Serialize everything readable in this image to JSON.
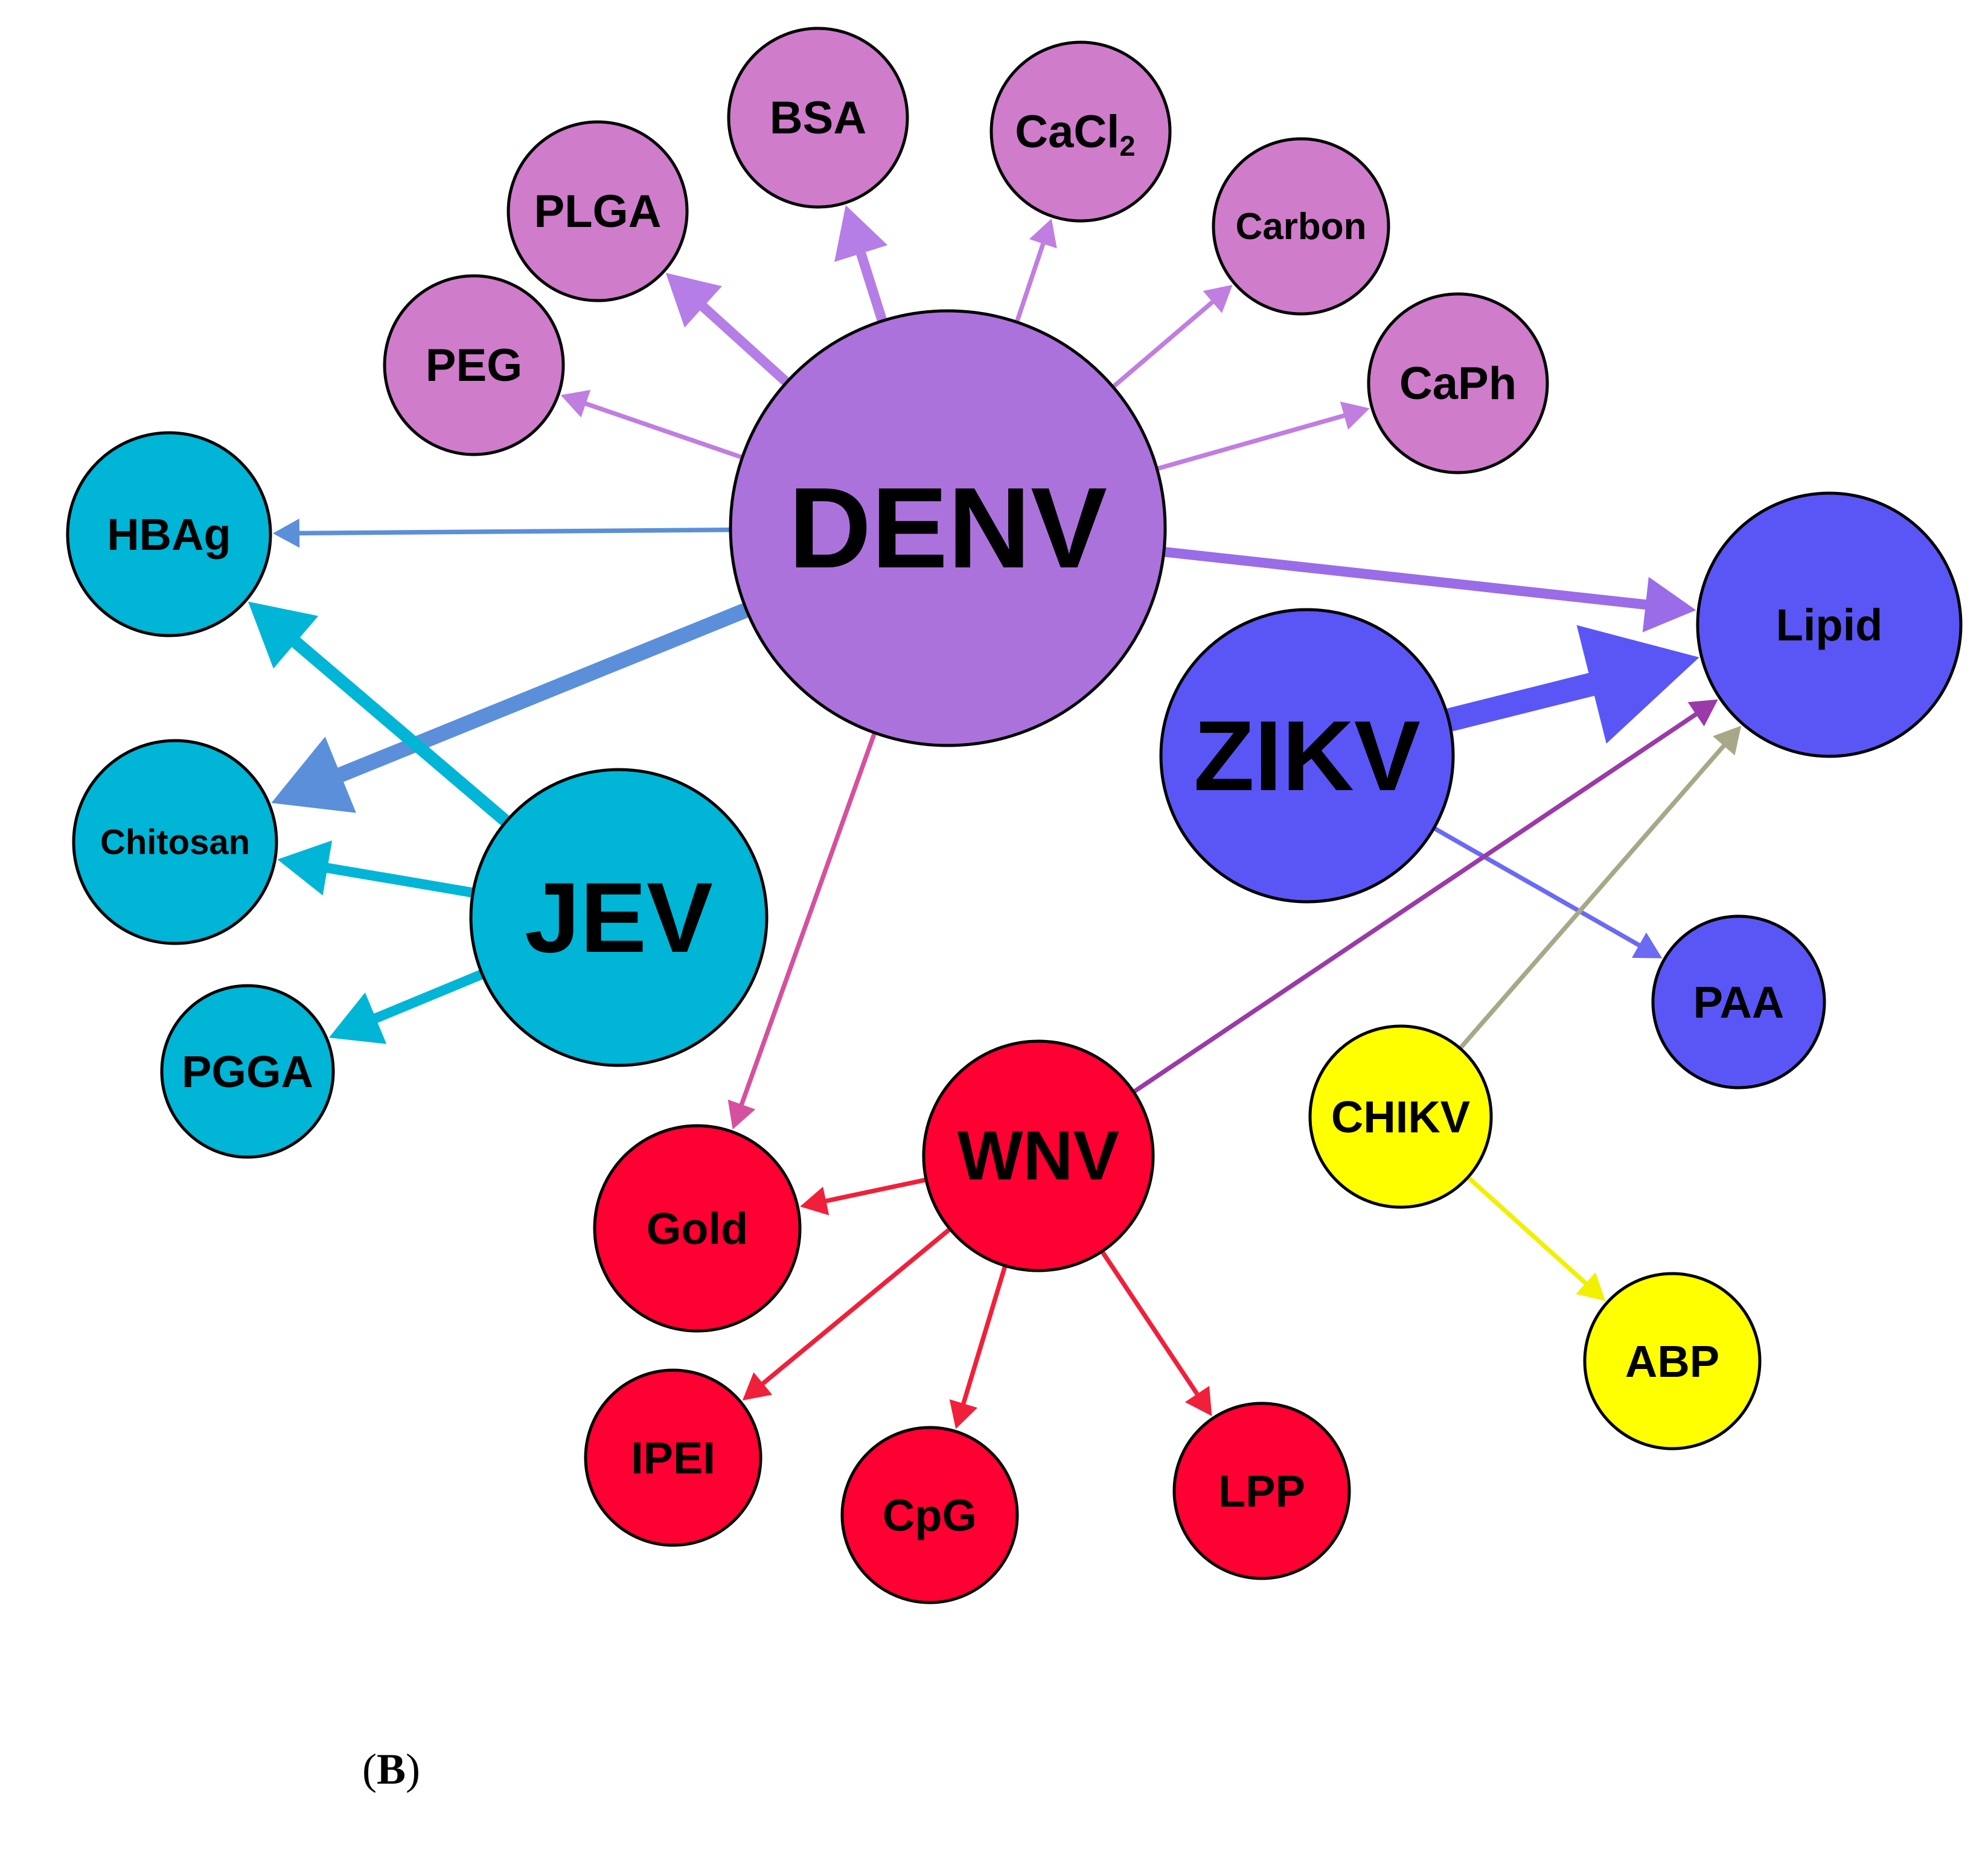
{
  "colors": {
    "denv_hub": "#ac72dc",
    "denv_leaf": "#cf7ccb",
    "jev": "#00b5d6",
    "zikv": "#5a56f5",
    "wnv": "#ff0032",
    "chikv": "#ffff00",
    "outline": "#000000"
  },
  "nodes": [
    {
      "id": "DENV",
      "label": "DENV",
      "color": "#ac72dc"
    },
    {
      "id": "ZIKV",
      "label": "ZIKV",
      "color": "#5a56f5"
    },
    {
      "id": "JEV",
      "label": "JEV",
      "color": "#00b5d6"
    },
    {
      "id": "WNV",
      "label": "WNV",
      "color": "#ff0032"
    },
    {
      "id": "CHIKV",
      "label": "CHIKV",
      "color": "#ffff00"
    },
    {
      "id": "PEG",
      "label": "PEG",
      "color": "#cf7ccb"
    },
    {
      "id": "PLGA",
      "label": "PLGA",
      "color": "#cf7ccb"
    },
    {
      "id": "BSA",
      "label": "BSA",
      "color": "#cf7ccb"
    },
    {
      "id": "CaCl2",
      "label": "CaCl",
      "sub": "2",
      "color": "#cf7ccb"
    },
    {
      "id": "Carbon",
      "label": "Carbon",
      "color": "#cf7ccb"
    },
    {
      "id": "CaPh",
      "label": "CaPh",
      "color": "#cf7ccb"
    },
    {
      "id": "HBAg",
      "label": "HBAg",
      "color": "#00b5d6"
    },
    {
      "id": "Chitosan",
      "label": "Chitosan",
      "color": "#00b5d6"
    },
    {
      "id": "PGGA",
      "label": "PGGA",
      "color": "#00b5d6"
    },
    {
      "id": "Lipid",
      "label": "Lipid",
      "color": "#5a56f5"
    },
    {
      "id": "PAA",
      "label": "PAA",
      "color": "#5a56f5"
    },
    {
      "id": "Gold",
      "label": "Gold",
      "color": "#ff0032"
    },
    {
      "id": "IPEI",
      "label": "IPEI",
      "color": "#ff0032"
    },
    {
      "id": "CpG",
      "label": "CpG",
      "color": "#ff0032"
    },
    {
      "id": "LPP",
      "label": "LPP",
      "color": "#ff0032"
    },
    {
      "id": "ABP",
      "label": "ABP",
      "color": "#ffff00"
    }
  ],
  "edges": [
    {
      "from": "DENV",
      "to": "PEG",
      "color": "#c07ee0",
      "weight": 1
    },
    {
      "from": "DENV",
      "to": "PLGA",
      "color": "#b57ee6",
      "weight": 3
    },
    {
      "from": "DENV",
      "to": "BSA",
      "color": "#b57ee6",
      "weight": 3
    },
    {
      "from": "DENV",
      "to": "CaCl2",
      "color": "#c07ee0",
      "weight": 1
    },
    {
      "from": "DENV",
      "to": "Carbon",
      "color": "#c07ee0",
      "weight": 1
    },
    {
      "from": "DENV",
      "to": "CaPh",
      "color": "#c07ee0",
      "weight": 1
    },
    {
      "from": "DENV",
      "to": "HBAg",
      "color": "#5b8fd9",
      "weight": 1
    },
    {
      "from": "DENV",
      "to": "Chitosan",
      "color": "#5b8fd9",
      "weight": 5
    },
    {
      "from": "DENV",
      "to": "Lipid",
      "color": "#9a6ce8",
      "weight": 3
    },
    {
      "from": "DENV",
      "to": "Gold",
      "color": "#d5509e",
      "weight": 1
    },
    {
      "from": "JEV",
      "to": "HBAg",
      "color": "#00b5d6",
      "weight": 4
    },
    {
      "from": "JEV",
      "to": "Chitosan",
      "color": "#00b5d6",
      "weight": 3
    },
    {
      "from": "JEV",
      "to": "PGGA",
      "color": "#00b5d6",
      "weight": 3
    },
    {
      "from": "ZIKV",
      "to": "Lipid",
      "color": "#5a56f5",
      "weight": 8
    },
    {
      "from": "ZIKV",
      "to": "PAA",
      "color": "#6a6af5",
      "weight": 1
    },
    {
      "from": "WNV",
      "to": "Lipid",
      "color": "#9a3aa8",
      "weight": 1
    },
    {
      "from": "WNV",
      "to": "Gold",
      "color": "#f0203a",
      "weight": 1
    },
    {
      "from": "WNV",
      "to": "IPEI",
      "color": "#f0203a",
      "weight": 1
    },
    {
      "from": "WNV",
      "to": "CpG",
      "color": "#f0203a",
      "weight": 1
    },
    {
      "from": "WNV",
      "to": "LPP",
      "color": "#f0203a",
      "weight": 1
    },
    {
      "from": "CHIKV",
      "to": "Lipid",
      "color": "#a8a888",
      "weight": 1
    },
    {
      "from": "CHIKV",
      "to": "ABP",
      "color": "#f0f000",
      "weight": 1
    }
  ],
  "panel_label": "B"
}
